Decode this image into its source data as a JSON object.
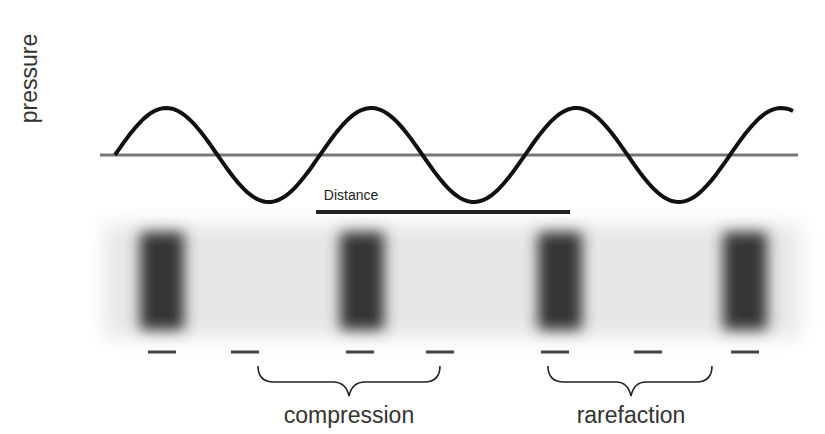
{
  "diagram": {
    "labels": [
      "pressure",
      "Distance",
      "compression",
      "rarefaction"
    ]
  }
}
